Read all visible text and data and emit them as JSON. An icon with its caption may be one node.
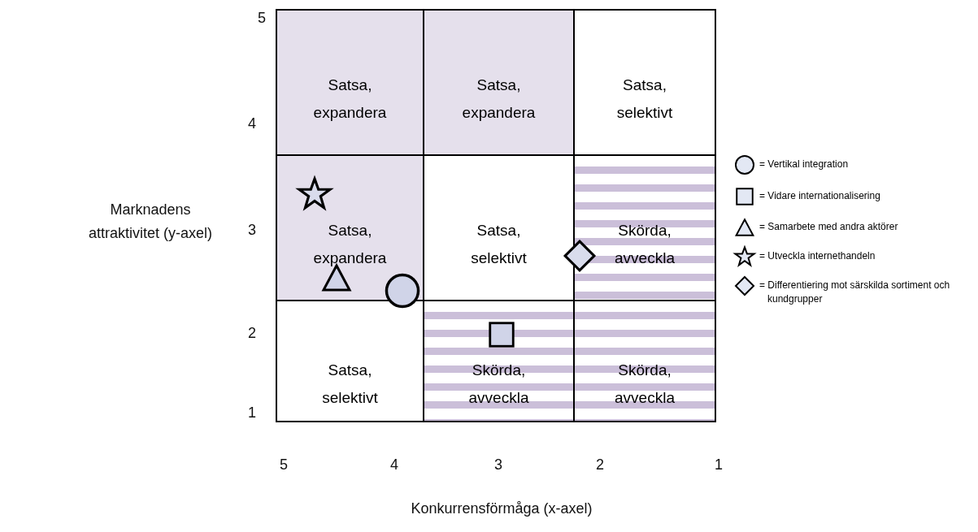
{
  "diagram": {
    "nodes": [
      {
        "text": [
          "Satsa, expandera"
        ]
      },
      {
        "text": [
          "Satsa, expandera"
        ]
      },
      {
        "text": [
          "Satsa, selektivt"
        ]
      },
      {
        "text": [
          "Satsa, expandera"
        ]
      },
      {
        "text": [
          "Satsa, selektivt"
        ]
      },
      {
        "text": [
          "Skörda, avveckla"
        ]
      },
      {
        "text": [
          "Satsa, selektivt"
        ]
      },
      {
        "text": [
          "Skörda, avveckla"
        ]
      },
      {
        "text": [
          "Skörda, avveckla"
        ]
      },
      {
        "text": [],
        "shape": "star",
        "in": 3
      },
      {
        "text": [],
        "shape": "diamond"
      },
      {
        "text": [],
        "shape": "triangle",
        "in": 3
      },
      {
        "text": [],
        "shape": "circle"
      },
      {
        "text": [],
        "shape": "box",
        "in": 7
      }
    ],
    "edges": [],
    "labels": [
      "5",
      "4",
      "Marknadens attraktivitet (y-axel)",
      "3",
      "2",
      "1",
      "5",
      "4",
      "3",
      "2",
      "1",
      "Konkurrensförmåga (x-axel)"
    ],
    "legend": [
      {
        "text": "= Vertikal integration"
      },
      {
        "text": "= Vidare internationalisering"
      },
      {
        "text": "= Samarbete med andra aktörer"
      },
      {
        "text": "= Utveckla internethandeln"
      },
      {
        "text": "= Differentiering mot särskilda sortiment och kundgrupper"
      }
    ]
  }
}
